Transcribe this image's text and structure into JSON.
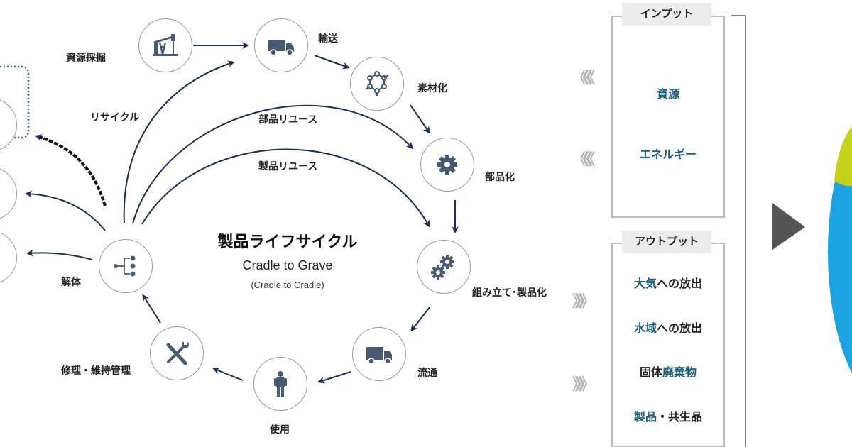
{
  "diagram": {
    "center": {
      "title": "製品ライフサイクル",
      "subtitle": "Cradle to Grave",
      "subtitle2": "(Cradle to Cradle)"
    },
    "stages": [
      {
        "id": "extraction",
        "label": "資源採掘",
        "icon": "oil-pump-icon"
      },
      {
        "id": "transport",
        "label": "輸送",
        "icon": "dump-truck-icon"
      },
      {
        "id": "materialization",
        "label": "素材化",
        "icon": "molecule-icon"
      },
      {
        "id": "parts",
        "label": "部品化",
        "icon": "gear-icon"
      },
      {
        "id": "assembly",
        "label": "組み立て･製品化",
        "icon": "gears-icon"
      },
      {
        "id": "distribution",
        "label": "流通",
        "icon": "delivery-truck-icon"
      },
      {
        "id": "use",
        "label": "使用",
        "icon": "person-icon"
      },
      {
        "id": "maintenance",
        "label": "修理・維持管理",
        "icon": "tools-icon"
      },
      {
        "id": "disassembly",
        "label": "解体",
        "icon": "hierarchy-icon"
      }
    ],
    "flows": {
      "recycle": "リサイクル",
      "parts_reuse": "部品リユース",
      "product_reuse": "製品リユース"
    }
  },
  "input_panel": {
    "title": "インプット",
    "items": [
      "資源",
      "エネルギー"
    ],
    "arrow_glyph": "《《《"
  },
  "output_panel": {
    "title": "アウトプット",
    "items": [
      {
        "highlight": "大気",
        "rest": "への放出"
      },
      {
        "highlight": "水域",
        "rest": "への放出"
      },
      {
        "prefix": "固体",
        "highlight": "廃棄物"
      },
      {
        "highlight": "製品",
        "rest": "・共生品"
      }
    ],
    "arrow_glyph": "》》》"
  },
  "colors": {
    "arrow": "#1b2f52",
    "icon": "#465a72",
    "teal_text": "#1d5f7a",
    "globe_blue": "#1aa3e0",
    "globe_green": "#c5d21a",
    "play_arrow": "#555555"
  }
}
